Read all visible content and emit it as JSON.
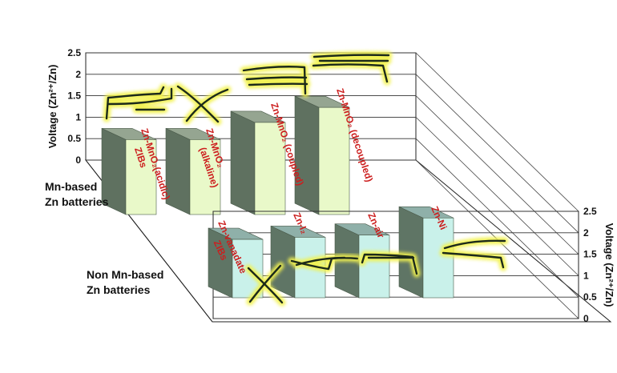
{
  "chart_data": {
    "type": "bar",
    "title": "",
    "ylabel": "Voltage (Zn²⁺/Zn)",
    "ylim": [
      0,
      2.5
    ],
    "yticks": [
      "0",
      "0.5",
      "1",
      "1.5",
      "2",
      "2.5"
    ],
    "bar_color_top": "#95a591",
    "bar_color_front": "#e9f9c9",
    "bar_color_side_back": "#5f7160",
    "bar_color_teal_front": "#c9f1ea",
    "bar_color_teal_top": "#8fb0a9",
    "label_color": "#cc1e1e",
    "curve_color": "#1c2a1a",
    "glow_color": "#f2f250",
    "groups": [
      {
        "name": "Mn-based",
        "name_line2": "Zn batteries",
        "categories": [
          {
            "line1": "Zn-MnO₂(acidic)",
            "line2": "ZIBs",
            "value": 1.0
          },
          {
            "line1": "Zn-MnO₂",
            "line2": "(alkaline)",
            "value": 1.0
          },
          {
            "line1": "Zn-MnO₂ (coupled)",
            "line2": "",
            "value": 1.4
          },
          {
            "line1": "Zn-MnO₂ (decoupled)",
            "line2": "",
            "value": 1.75
          }
        ]
      },
      {
        "name": "Non Mn-based",
        "name_line2": "Zn batteries",
        "categories": [
          {
            "line1": "Zn-vanadate",
            "line2": "ZIBs",
            "value": 0.95
          },
          {
            "line1": "Zn-I₂",
            "line2": "",
            "value": 1.0
          },
          {
            "line1": "Zn-air",
            "line2": "",
            "value": 1.05
          },
          {
            "line1": "Zn-Ni",
            "line2": "",
            "value": 1.45
          }
        ]
      }
    ]
  }
}
